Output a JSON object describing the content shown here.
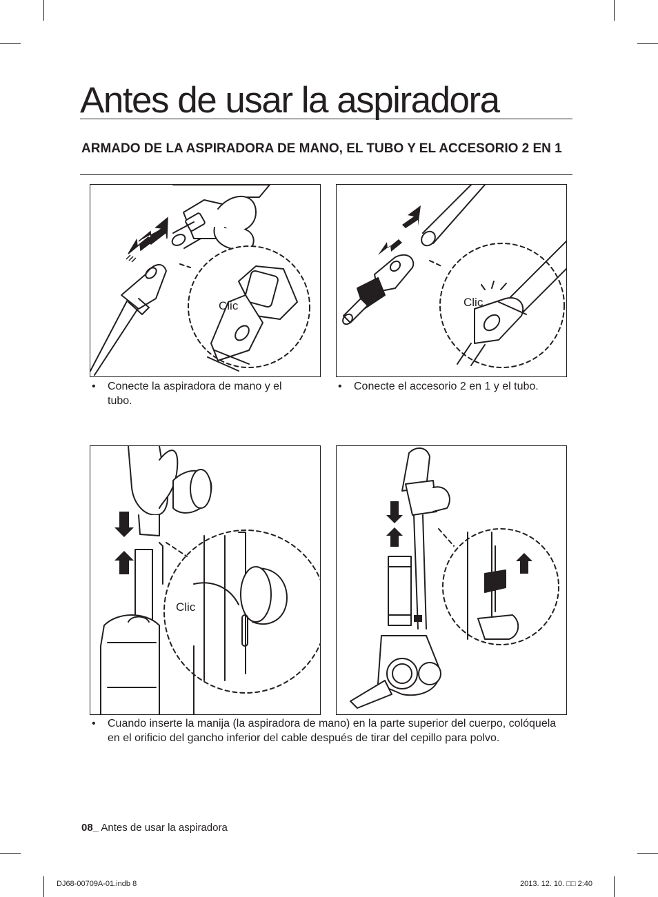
{
  "page": {
    "title": "Antes de usar la aspiradora",
    "subtitle": "ARMADO DE LA ASPIRADORA DE MANO, EL TUBO Y EL ACCESORIO 2 EN 1"
  },
  "figures": [
    {
      "callout": "Clic"
    },
    {
      "callout": "Clic"
    },
    {
      "callout": "Clic"
    },
    {
      "callout": ""
    }
  ],
  "bullets": {
    "bullet_symbol": "•",
    "fig1": "Conecte la aspiradora de mano y el tubo.",
    "fig2": "Conecte el accesorio 2 en 1 y el tubo.",
    "fig3": "Cuando inserte la manija (la aspiradora de mano) en la parte superior del cuerpo, colóquela en el orificio del gancho inferior del cable después de tirar del cepillo para polvo."
  },
  "footer": {
    "page_number": "08_",
    "section": " Antes de usar la aspiradora"
  },
  "print_info": {
    "file": "DJ68-00709A-01.indb   8",
    "date": "2013. 12. 10.   □□ 2:40"
  }
}
